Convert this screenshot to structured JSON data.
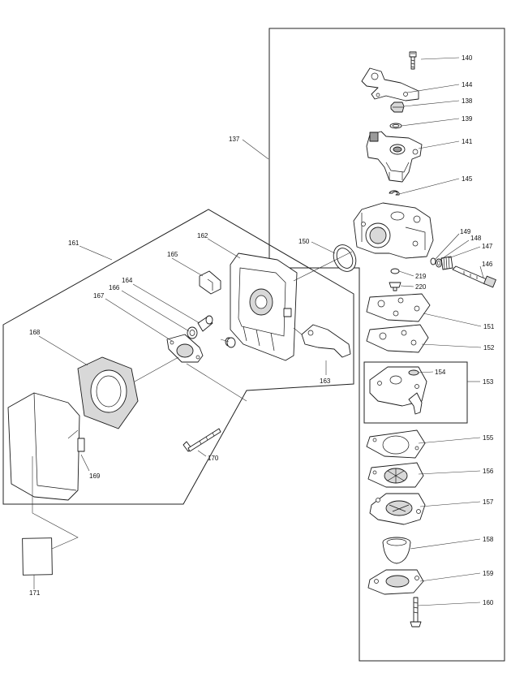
{
  "callouts": {
    "c137": "137",
    "c138": "138",
    "c139": "139",
    "c140": "140",
    "c141": "141",
    "c144": "144",
    "c145": "145",
    "c146": "146",
    "c147": "147",
    "c148": "148",
    "c149": "149",
    "c150": "150",
    "c151": "151",
    "c152": "152",
    "c153": "153",
    "c154": "154",
    "c155": "155",
    "c156": "156",
    "c157": "157",
    "c158": "158",
    "c159": "159",
    "c160": "160",
    "c161": "161",
    "c162": "162",
    "c163": "163",
    "c164": "164",
    "c165": "165",
    "c166": "166",
    "c167": "167",
    "c168": "168",
    "c169": "169",
    "c170": "170",
    "c171": "171",
    "c219": "219",
    "c220": "220"
  }
}
